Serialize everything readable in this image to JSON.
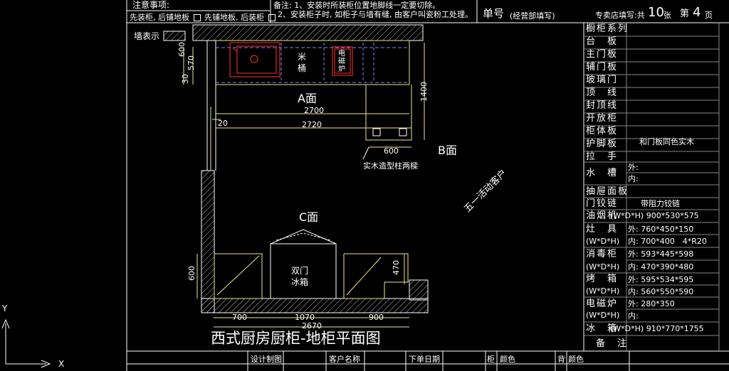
{
  "header": {
    "notes_title": "注意事项:",
    "install_option_a": "先装柜, 后铺地板",
    "install_option_b": "先铺地板, 后装柜",
    "remark_1": "备注: 1、安装时所装柜位置地脚线一定要切除。",
    "remark_2": "2、安装柜子时, 如柜子与墙有缝, 由客户叫瓷粉工处理。",
    "order_no": "单号",
    "order_no_hint": "(经营部填写)",
    "store_fill": "专卖店填写:共",
    "total_pages": "10",
    "page_unit": "张",
    "page_label": "第",
    "page_no": "4",
    "page_suffix": "页"
  },
  "drawing": {
    "wall_legend": "墙表示",
    "title": "西式厨房厨柜-地柜平面图",
    "face_a": "A面",
    "face_b": "B面",
    "face_c": "C面",
    "rice_bin": "米\n桶",
    "induction": "电\n磁\n炉",
    "fridge": "双门\n冰箱",
    "pillar_note": "实木造型柱两樑",
    "watermark": "五一活动客户",
    "dims": {
      "d600_top": "600",
      "d570": "570",
      "d30": "30",
      "d1400": "1400",
      "d2700": "2700",
      "d20": "20",
      "d2720": "2720",
      "d600_b": "600",
      "d600_left": "600",
      "d470": "470",
      "d700": "700",
      "d1070": "1070",
      "d900": "900",
      "d2670": "2670"
    }
  },
  "spec_table": {
    "rows": [
      {
        "label": "橱柜系列",
        "value": ""
      },
      {
        "label": "台　板",
        "value": ""
      },
      {
        "label": "主门板",
        "value": ""
      },
      {
        "label": "辅门板",
        "value": ""
      },
      {
        "label": "玻璃门",
        "value": ""
      },
      {
        "label": "顶　线",
        "value": ""
      },
      {
        "label": "封顶线",
        "value": ""
      },
      {
        "label": "开放柜",
        "value": ""
      },
      {
        "label": "柜体板",
        "value": ""
      },
      {
        "label": "护脚板",
        "value": "和门板同色实木"
      },
      {
        "label": "拉　手",
        "value": ""
      }
    ],
    "sink_label": "水　槽",
    "sink_outer": "外:",
    "sink_inner": "内:",
    "drawer_rail": "抽屉面板",
    "hinge_label": "门铰链",
    "hinge_value": "带阻力铰链",
    "hood_label": "油烟机",
    "hood_value": "(W*D*H) 900*530*575",
    "stove_label": "灶　具",
    "stove_sub": "(W*D*H)",
    "stove_outer": "外: 760*450*150",
    "stove_inner": "内: 700*400　4*R20",
    "disinfect_label": "消毒柜",
    "disinfect_sub": "(W*D*H)",
    "disinfect_outer": "外: 593*445*598",
    "disinfect_inner": "内: 470*390*480",
    "oven_label": "烤　箱",
    "oven_sub": "(W*D*H)",
    "oven_outer": "外: 595*534*595",
    "oven_inner": "内: 560*550*590",
    "induction_label": "电磁炉",
    "induction_sub": "(W*D*H)",
    "induction_outer": "外: 280*350",
    "induction_inner": "内:",
    "fridge_label": "冰　箱",
    "fridge_value": "(W*D*H) 910*770*1755",
    "remarks_label": "备　注"
  },
  "footer": {
    "design": "设计制图",
    "customer": "客户名称",
    "order_date": "下单日期",
    "cabinet": "柜",
    "color": "颜色",
    "back": "背",
    "color2": "颜色"
  },
  "axis": {
    "x": "X",
    "y": "Y"
  }
}
